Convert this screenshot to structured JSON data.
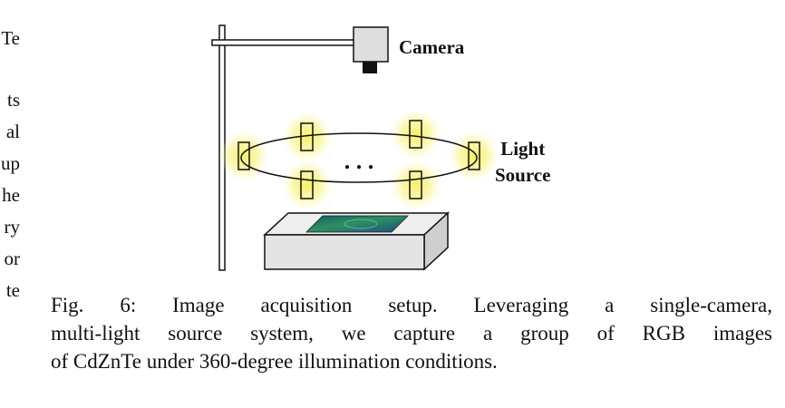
{
  "left_column_fragments": [
    "Te",
    "ts",
    "al",
    "up",
    "he",
    "ry",
    "or",
    "te"
  ],
  "figure": {
    "camera_label": "Camera",
    "light_source_label_line1": "Light",
    "light_source_label_line2": "Source",
    "ellipsis": ". . ."
  },
  "caption": {
    "line1": "Fig. 6: Image acquisition setup. Leveraging a single-camera,",
    "line2": "multi-light source system, we capture a group of RGB images",
    "line3": "of CdZnTe under 360-degree illumination conditions."
  },
  "colors": {
    "glow": "#f5ee6a",
    "box_fill": "#e6e6e6",
    "camera_fill": "#dedede",
    "lens_fill": "#111111",
    "sample_fill": "#1f7a6e"
  }
}
